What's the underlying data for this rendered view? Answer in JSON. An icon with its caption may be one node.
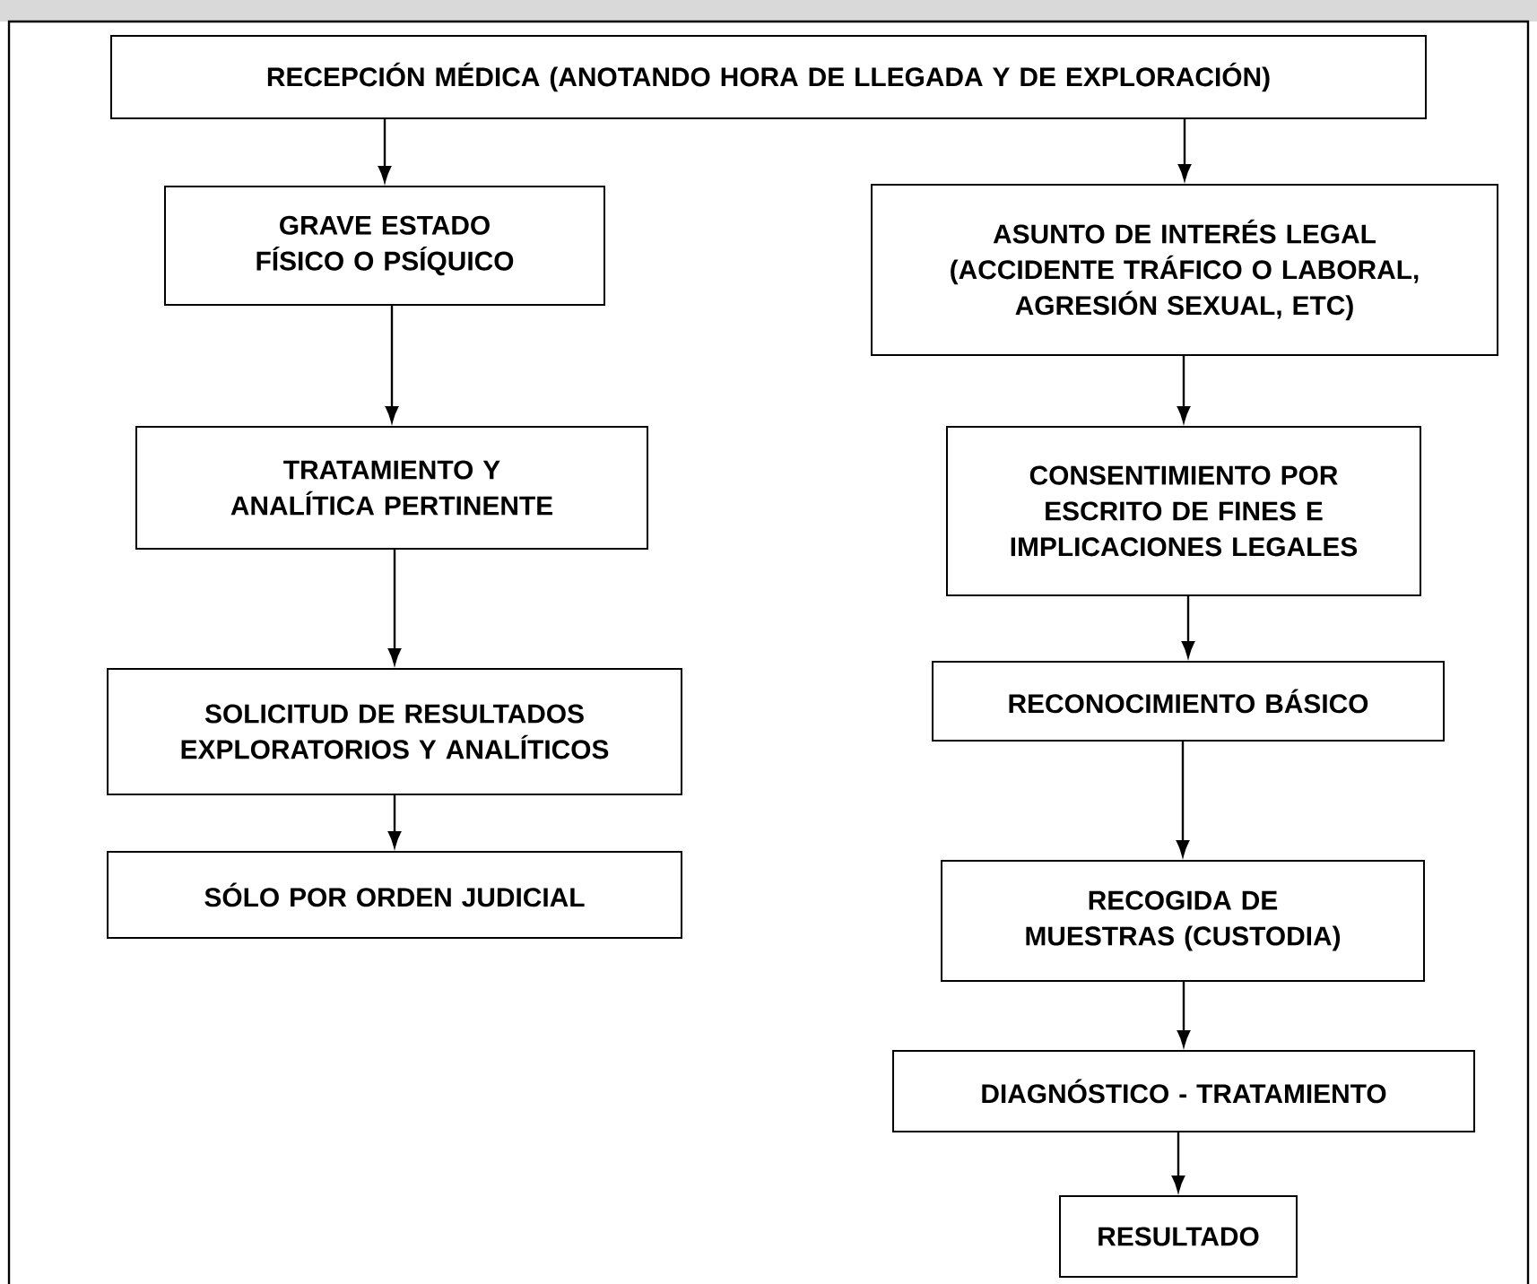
{
  "diagram": {
    "nodes": [
      {
        "text": [
          "RECEPCIÓN MÉDICA (ANOTANDO HORA DE LLEGADA Y DE EXPLORACIÓN)"
        ]
      },
      {
        "text": [
          "GRAVE ESTADO FÍSICO O PSÍQUICO"
        ]
      },
      {
        "text": [
          "ASUNTO DE INTERÉS LEGAL (ACCIDENTE TRÁFICO O LABORAL, AGRESIÓN SEXUAL, ETC)"
        ]
      },
      {
        "text": [
          "TRATAMIENTO Y ANALÍTICA PERTINENTE"
        ]
      },
      {
        "text": [
          "CONSENTIMIENTO POR ESCRITO DE FINES E IMPLICACIONES LEGALES"
        ]
      },
      {
        "text": [
          "SOLICITUD DE RESULTADOS EXPLORATORIOS Y ANALÍTICOS"
        ]
      },
      {
        "text": [
          "RECONOCIMIENTO BÁSICO"
        ]
      },
      {
        "text": [
          "SÓLO POR ORDEN JUDICIAL"
        ]
      },
      {
        "text": [
          "RECOGIDA DE MUESTRAS (CUSTODIA)"
        ]
      },
      {
        "text": [
          "DIAGNÓSTICO - TRATAMIENTO"
        ]
      },
      {
        "text": [
          "RESULTADO"
        ]
      }
    ],
    "edges": [
      {
        "from": 0,
        "to": 1,
        "arrow": "to"
      },
      {
        "from": 0,
        "to": 2,
        "arrow": "to"
      },
      {
        "from": 1,
        "to": 3,
        "arrow": "to"
      },
      {
        "from": 3,
        "to": 5,
        "arrow": "to"
      },
      {
        "from": 5,
        "to": 7,
        "arrow": "to"
      },
      {
        "from": 2,
        "to": 4,
        "arrow": "to"
      },
      {
        "from": 4,
        "to": 6,
        "arrow": "to"
      },
      {
        "from": 6,
        "to": 8,
        "arrow": "to"
      },
      {
        "from": 8,
        "to": 9,
        "arrow": "to"
      },
      {
        "from": 9,
        "to": 10,
        "arrow": "to"
      }
    ]
  }
}
